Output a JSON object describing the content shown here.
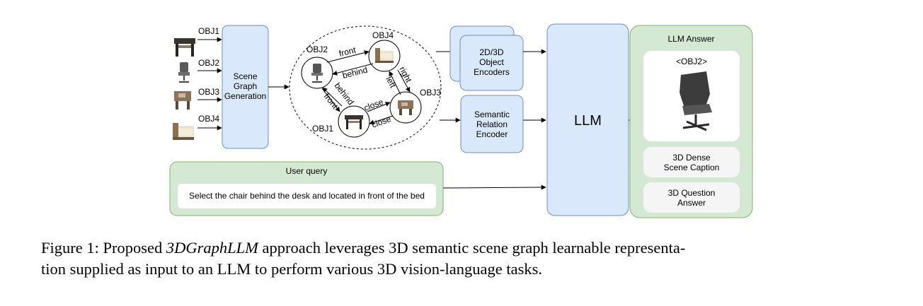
{
  "objects": {
    "obj1": "OBJ1",
    "obj2": "OBJ2",
    "obj3": "OBJ3",
    "obj4": "OBJ4"
  },
  "scene_graph_generation": [
    "Scene",
    "Graph",
    "Generation"
  ],
  "edges": {
    "obj2_obj4_front": "front",
    "obj4_obj2_behind": "behind",
    "obj4_obj3_right": "right",
    "obj3_obj4_left": "left",
    "obj2_obj1_behind": "behind",
    "obj1_obj2_front": "front",
    "obj1_obj3_close": "close",
    "obj3_obj1_close": "close"
  },
  "object_encoders": [
    "2D/3D",
    "Object",
    "Encoders"
  ],
  "semantic_relation_encoder": [
    "Semantic",
    "Relation",
    "Encoder"
  ],
  "llm": "LLM",
  "user_query": {
    "title": "User query",
    "text": "Select the chair behind the desk and located in front of the bed"
  },
  "llm_answer": {
    "title": "LLM Answer",
    "answer_label": "<OBJ2>",
    "tasks": [
      [
        "3D Dense",
        "Scene Caption"
      ],
      [
        "3D Question",
        "Answer"
      ]
    ]
  },
  "caption": {
    "prefix": "Figure 1: Proposed ",
    "method": "3DGraphLLM",
    "line1_rest": " approach leverages 3D semantic scene graph learnable representa-",
    "line2": "tion supplied as input to an LLM to perform various 3D vision-language tasks."
  },
  "colors": {
    "blue_fill": "#dae8fc",
    "blue_stroke": "#6c8ebf",
    "green_fill": "#d5e8d4",
    "green_stroke": "#82b366",
    "gray_fill": "#f5f5f5"
  }
}
